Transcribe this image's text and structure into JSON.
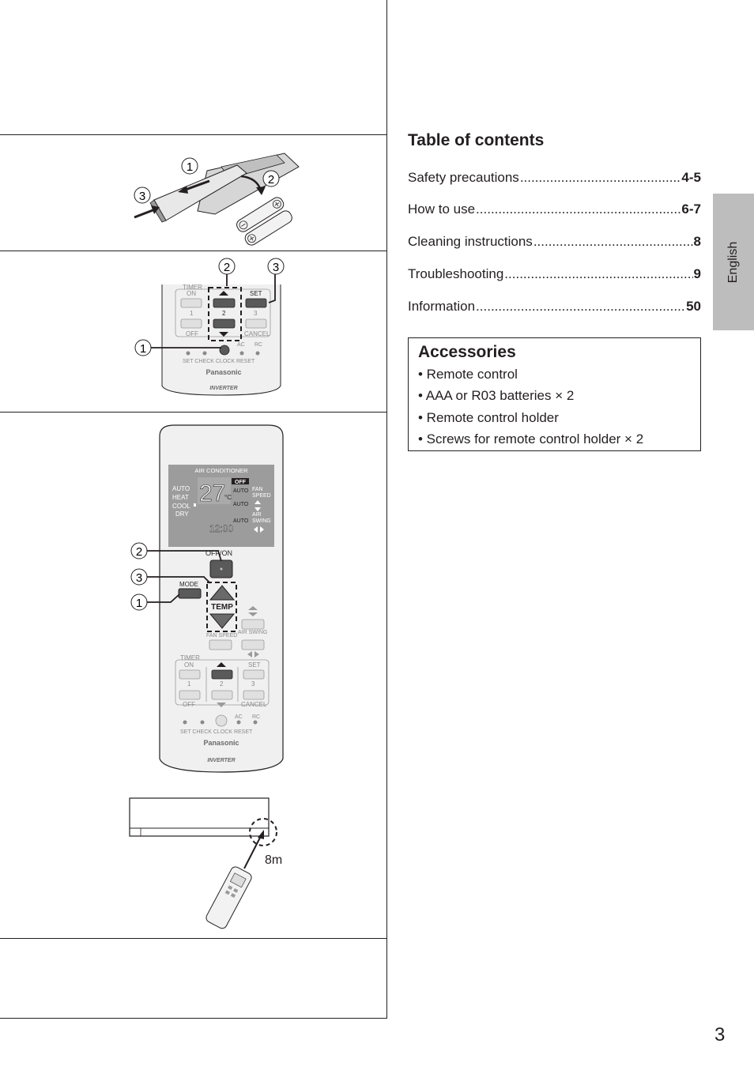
{
  "toc": {
    "title": "Table of contents",
    "entries": [
      {
        "label": "Safety precautions",
        "page": "4-5"
      },
      {
        "label": "How to use",
        "page": "6-7"
      },
      {
        "label": "Cleaning instructions",
        "page": "8"
      },
      {
        "label": "Troubleshooting",
        "page": "9"
      },
      {
        "label": "Information",
        "page": "50"
      }
    ]
  },
  "accessories": {
    "title": "Accessories",
    "items": [
      "• Remote control",
      "• AAA or R03 batteries × 2",
      "• Remote control holder",
      "• Screws for remote control holder × 2"
    ]
  },
  "language_tab": "English",
  "page_number": "3",
  "figures": {
    "step_markers": [
      "1",
      "2",
      "3"
    ],
    "timer_remote": {
      "timer": "TIMER",
      "on": "ON",
      "off": "OFF",
      "set": "SET",
      "cancel": "CANCEL",
      "n1": "1",
      "n2": "2",
      "n3": "3",
      "bottom": "SET  CHECK  CLOCK     RESET",
      "ac": "AC",
      "rc": "RC",
      "brand": "Panasonic",
      "inverter": "INVERTER"
    },
    "full_remote": {
      "display_title": "AIR CONDITIONER",
      "modes": [
        "AUTO",
        "HEAT",
        "COOL",
        "DRY"
      ],
      "temp": "27",
      "unit": "°C",
      "off_indicator": "OFF",
      "auto": "AUTO",
      "fan_speed": [
        "FAN",
        "SPEED"
      ],
      "air_swing": [
        "AIR",
        "SWING"
      ],
      "clock": "12:00",
      "off_on": "OFF/ON",
      "mode": "MODE",
      "temp_label": "TEMP",
      "fan_speed_label": "FAN SPEED",
      "air_swing_label": "AIR SWING",
      "timer": "TIMER",
      "on": "ON",
      "off": "OFF",
      "set": "SET",
      "cancel": "CANCEL",
      "n1": "1",
      "n2": "2",
      "n3": "3",
      "bottom": "SET  CHECK  CLOCK     RESET",
      "ac": "AC",
      "rc": "RC",
      "brand": "Panasonic",
      "inverter": "INVERTER"
    },
    "range": "8m"
  }
}
